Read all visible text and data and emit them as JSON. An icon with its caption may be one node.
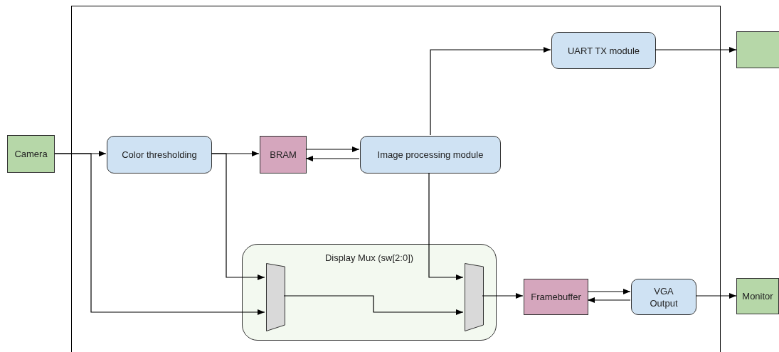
{
  "diagram": {
    "nodes": [
      {
        "text": [],
        "shape": "box"
      },
      {
        "text": [
          "Camera"
        ]
      },
      {
        "text": [
          "Color thresholding"
        ],
        "in": 0
      },
      {
        "text": [
          "BRAM"
        ],
        "in": 0
      },
      {
        "text": [
          "Image processing module"
        ],
        "in": 0
      },
      {
        "text": [
          "UART TX module"
        ],
        "in": 0
      },
      {
        "text": [],
        "shape": "box"
      },
      {
        "text": [
          "Display Mux (sw[2:0])"
        ],
        "in": 0
      },
      {
        "text": [],
        "shape": "trapezoid",
        "in": 7
      },
      {
        "text": [],
        "shape": "trapezoid",
        "in": 7
      },
      {
        "text": [
          "Framebuffer"
        ],
        "in": 0
      },
      {
        "text": [
          "VGA Output"
        ],
        "in": 0
      },
      {
        "text": [
          "Monitor"
        ]
      }
    ],
    "edges": [
      {
        "from": 1,
        "to": 2,
        "arrow": "to"
      },
      {
        "from": 1,
        "to": 8,
        "arrow": "to"
      },
      {
        "from": 2,
        "to": 3,
        "arrow": "to"
      },
      {
        "from": 2,
        "to": 8,
        "arrow": "to"
      },
      {
        "from": 3,
        "to": 4,
        "arrow": "to"
      },
      {
        "from": 4,
        "to": 3,
        "arrow": "to"
      },
      {
        "from": 4,
        "to": 5,
        "arrow": "to"
      },
      {
        "from": 5,
        "to": 6,
        "arrow": "to"
      },
      {
        "from": 4,
        "to": 9,
        "arrow": "to"
      },
      {
        "from": 8,
        "to": 9,
        "arrow": "to"
      },
      {
        "from": 9,
        "to": 10,
        "arrow": "to"
      },
      {
        "from": 10,
        "to": 11,
        "arrow": "to"
      },
      {
        "from": 11,
        "to": 10,
        "arrow": "to"
      },
      {
        "from": 11,
        "to": 12,
        "arrow": "to"
      }
    ]
  }
}
